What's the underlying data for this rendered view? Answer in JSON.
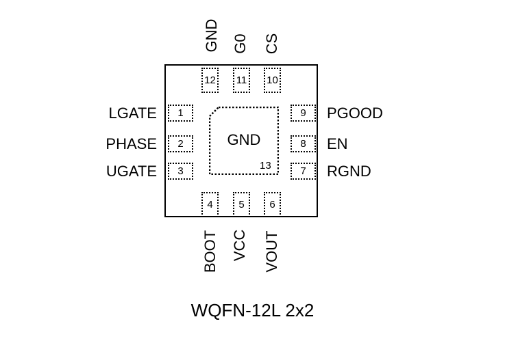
{
  "package": {
    "caption": "WQFN-12L 2x2",
    "exposed_pad": {
      "name": "GND",
      "number": "13"
    }
  },
  "pins": {
    "p1": {
      "number": "1",
      "name": "LGATE"
    },
    "p2": {
      "number": "2",
      "name": "PHASE"
    },
    "p3": {
      "number": "3",
      "name": "UGATE"
    },
    "p4": {
      "number": "4",
      "name": "BOOT"
    },
    "p5": {
      "number": "5",
      "name": "VCC"
    },
    "p6": {
      "number": "6",
      "name": "VOUT"
    },
    "p7": {
      "number": "7",
      "name": "RGND"
    },
    "p8": {
      "number": "8",
      "name": "EN"
    },
    "p9": {
      "number": "9",
      "name": "PGOOD"
    },
    "p10": {
      "number": "10",
      "name": "CS"
    },
    "p11": {
      "number": "11",
      "name": "G0"
    },
    "p12": {
      "number": "12",
      "name": "GND"
    }
  }
}
